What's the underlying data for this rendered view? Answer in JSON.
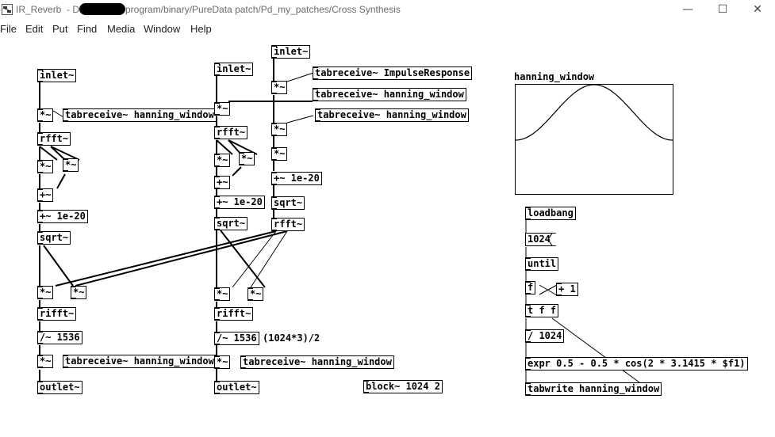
{
  "window": {
    "title_prefix": "IR_Reverb  - D:",
    "title_path": "program/binary/PureData patch/Pd_my_patches/Cross Synthesis",
    "minimize": "—",
    "maximize": "☐",
    "close": "✕"
  },
  "menu": [
    "File",
    "Edit",
    "Put",
    "Find",
    "Media",
    "Window",
    "Help"
  ],
  "objects": {
    "inlet1": "inlet~",
    "mul_a1": "*~",
    "tabrec_a": "tabreceive~ hanning_window",
    "rfft_a": "rfft~",
    "mul_a2": "*~",
    "mul_a3": "*~",
    "add_a": "+~",
    "add_a2": "+~ 1e-20",
    "sqrt_a": "sqrt~",
    "mul_a4": "*~",
    "mul_a5": "*~",
    "rifft_a": "rifft~",
    "div_a": "/~ 1536",
    "mul_a6": "*~",
    "tabrec_a2": "tabreceive~ hanning_window",
    "outlet_a": "outlet~",
    "inlet2": "inlet~",
    "mul_b1": "*~",
    "rfft_b": "rfft~",
    "mul_b2": "*~",
    "mul_b3": "*~",
    "add_b": "+~",
    "add_b2": "+~ 1e-20",
    "sqrt_b": "sqrt~",
    "mul_b4": "*~",
    "mul_b5": "*~",
    "rifft_b": "rifft~",
    "div_b": "/~ 1536",
    "mul_b6": "*~",
    "tabrec_b2": "tabreceive~ hanning_window",
    "outlet_b": "outlet~",
    "inlet3": "inlet~",
    "tabrec_ir": "tabreceive~ ImpulseResponse",
    "mul_c1": "*~",
    "tabrec_c1": "tabreceive~ hanning_window",
    "tabrec_c2": "tabreceive~ hanning_window",
    "mul_c2": "*~",
    "mul_c3": "*~",
    "add_c": "+~ 1e-20",
    "sqrt_c": "sqrt~",
    "rfft_c": "rfft~",
    "block": "block~ 1024 2",
    "loadbang": "loadbang",
    "until": "until",
    "f": "f",
    "plus1": "+ 1",
    "tff": "t f f",
    "div1024": "/ 1024",
    "expr": "expr 0.5 - 0.5 * cos(2 * 3.1415 * $f1)",
    "tabwrite": "tabwrite hanning_window"
  },
  "message_1024": "1024",
  "comment_calc": "(1024*3)/2",
  "graph": {
    "name": "hanning_window",
    "size": 1024,
    "range": [
      0,
      1
    ],
    "curve": "hanning"
  }
}
